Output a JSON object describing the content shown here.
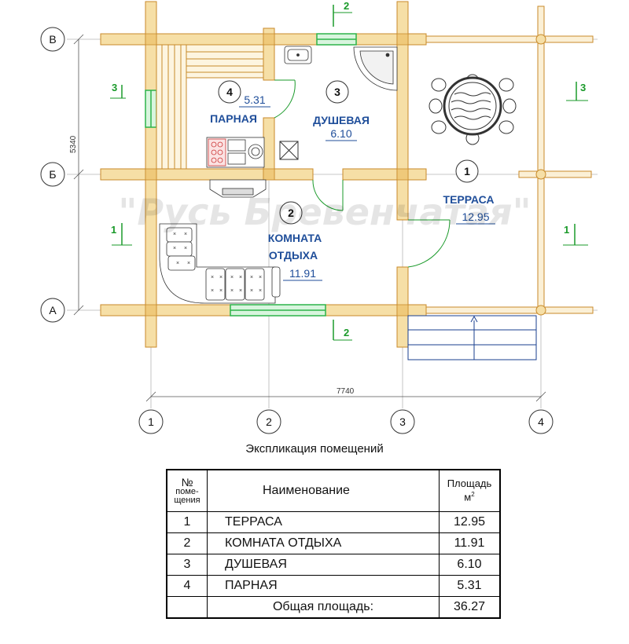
{
  "watermark": "\"Русь Бревенчатая\"",
  "axes": {
    "letters": [
      "В",
      "Б",
      "А"
    ],
    "numbers": [
      "1",
      "2",
      "3",
      "4"
    ]
  },
  "dimensions": {
    "width": "7740",
    "depth": "5340"
  },
  "sections": {
    "s1": "1",
    "s2": "2",
    "s3": "3"
  },
  "rooms": [
    {
      "num": "1",
      "name": "ТЕРРАСА",
      "area": "12.95"
    },
    {
      "num": "2",
      "name_line1": "КОМНАТА",
      "name_line2": "ОТДЫХА",
      "area": "11.91"
    },
    {
      "num": "3",
      "name": "ДУШЕВАЯ",
      "area": "6.10"
    },
    {
      "num": "4",
      "name": "ПАРНАЯ",
      "area": "5.31"
    }
  ],
  "table": {
    "caption": "Экспликация помещений",
    "header": {
      "num_line1": "№",
      "num_line2": "поме-",
      "num_line3": "щения",
      "name": "Наименование",
      "area": "Площадь",
      "area_unit": "м",
      "area_unit_sup": "2"
    },
    "rows": [
      {
        "num": "1",
        "name": "ТЕРРАСА",
        "area": "12.95"
      },
      {
        "num": "2",
        "name": "КОМНАТА ОТДЫХА",
        "area": "11.91"
      },
      {
        "num": "3",
        "name": "ДУШЕВАЯ",
        "area": "6.10"
      },
      {
        "num": "4",
        "name": "ПАРНАЯ",
        "area": "5.31"
      }
    ],
    "total_label": "Общая площадь:",
    "total_value": "36.27"
  },
  "colors": {
    "wall": "#f6dfa6",
    "wall_stroke": "#c88a2a",
    "room_label": "#1f4e9a",
    "section_marker": "#1a9a2a",
    "window": "#2db34a",
    "stair": "#1a3f8f"
  }
}
